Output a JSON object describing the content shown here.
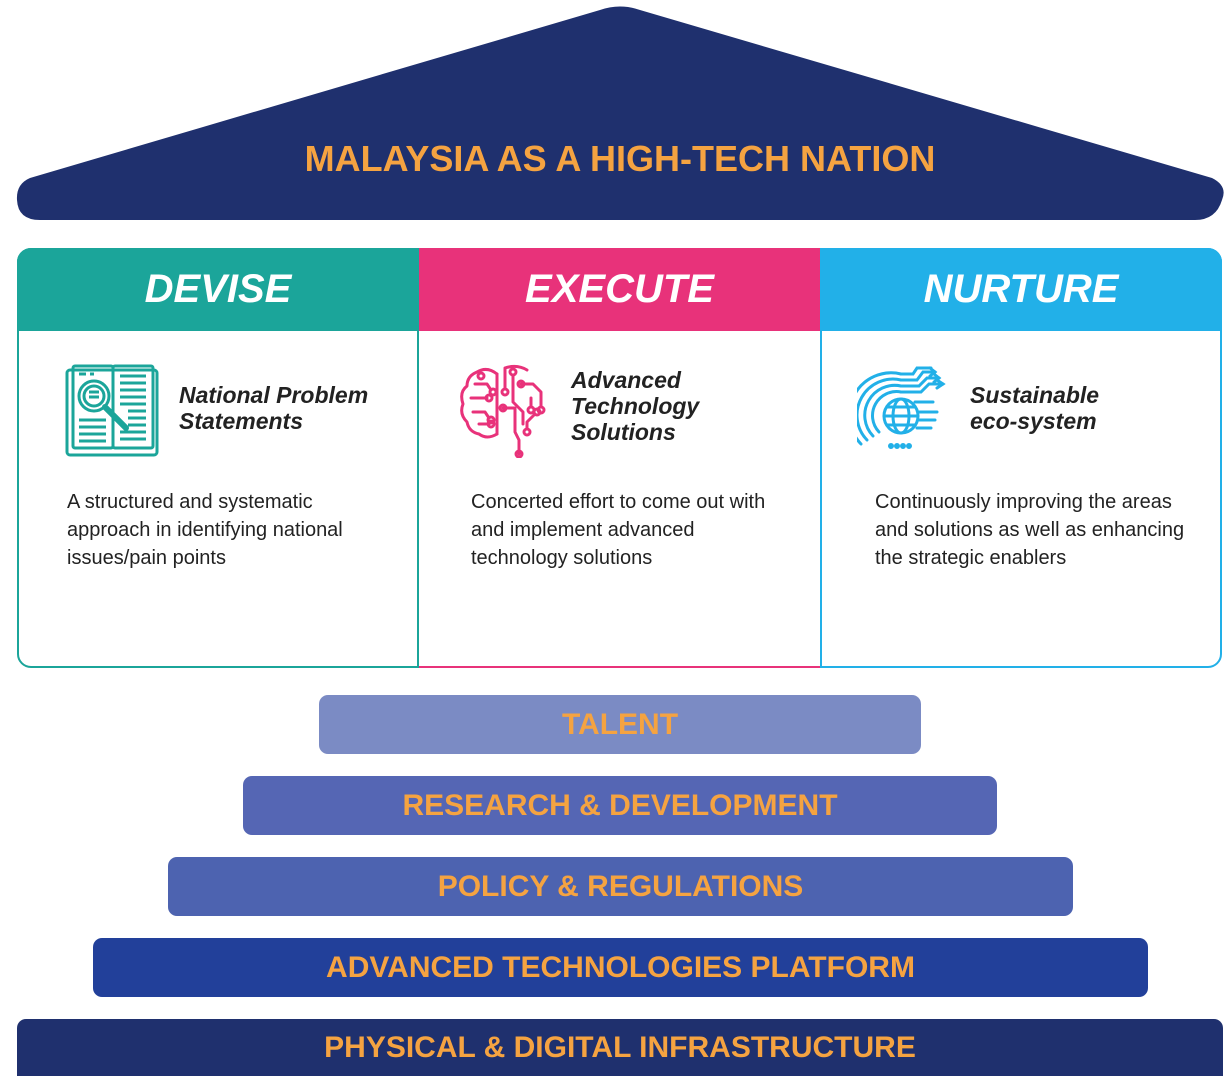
{
  "roof": {
    "title": "MALAYSIA AS A HIGH-TECH NATION",
    "color": "#1f306e",
    "title_color": "#f5a341"
  },
  "pillars": [
    {
      "heading": "DEVISE",
      "color": "#1ba59a",
      "icon": "book-magnifier-icon",
      "subtitle": "National Problem\nStatements",
      "description": "A structured and systematic approach in identifying national issues/pain points"
    },
    {
      "heading": "EXECUTE",
      "color": "#e8327a",
      "icon": "brain-circuit-icon",
      "subtitle": "Advanced\nTechnology\nSolutions",
      "description": "Concerted effort to come out with and implement advanced technology solutions"
    },
    {
      "heading": "NURTURE",
      "color": "#22b0e8",
      "icon": "globe-network-icon",
      "subtitle": "Sustainable\neco-system",
      "description": "Continuously improving the areas and solutions as well as enhancing the strategic enablers"
    }
  ],
  "foundation": [
    {
      "label": "TALENT",
      "color": "#7b8bc4"
    },
    {
      "label": "RESEARCH & DEVELOPMENT",
      "color": "#5566b4"
    },
    {
      "label": "POLICY & REGULATIONS",
      "color": "#4d63b0"
    },
    {
      "label": "ADVANCED TECHNOLOGIES PLATFORM",
      "color": "#22409a"
    },
    {
      "label": "PHYSICAL & DIGITAL INFRASTRUCTURE",
      "color": "#1f306e"
    }
  ]
}
